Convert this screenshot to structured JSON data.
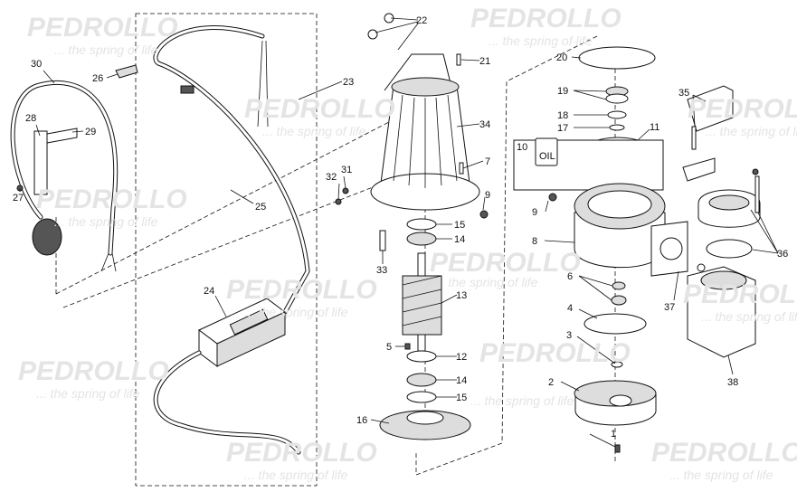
{
  "watermark": {
    "brand": "PEDROLLO",
    "tagline": "... the spring of life"
  },
  "oil_label": "OIL",
  "part_labels": {
    "p1": "1",
    "p2": "2",
    "p3": "3",
    "p4": "4",
    "p5": "5",
    "p6": "6",
    "p7": "7",
    "p8": "8",
    "p9a": "9",
    "p9b": "9",
    "p10": "10",
    "p11": "11",
    "p12": "12",
    "p13": "13",
    "p14a": "14",
    "p14b": "14",
    "p15a": "15",
    "p15b": "15",
    "p16": "16",
    "p17": "17",
    "p18": "18",
    "p19": "19",
    "p20": "20",
    "p21": "21",
    "p22": "22",
    "p23": "23",
    "p24": "24",
    "p25": "25",
    "p26": "26",
    "p27": "27",
    "p28": "28",
    "p29": "29",
    "p30": "30",
    "p31": "31",
    "p32": "32",
    "p33": "33",
    "p34": "34",
    "p35": "35",
    "p36": "36",
    "p37": "37",
    "p38": "38"
  }
}
